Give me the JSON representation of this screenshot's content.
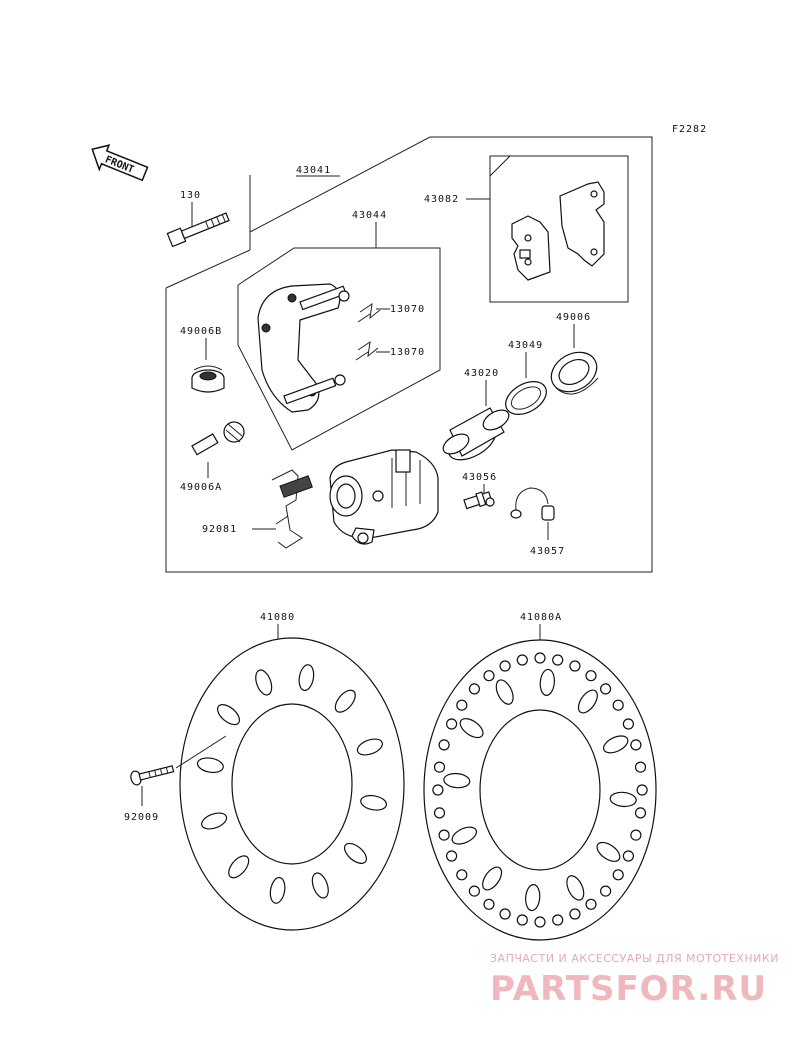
{
  "figure_code": "F2282",
  "front_label": "FRONT",
  "part_labels": {
    "p43041": "43041",
    "p130": "130",
    "p43044": "43044",
    "p43082": "43082",
    "p13070a": "13070",
    "p13070b": "13070",
    "p49006B": "49006B",
    "p49006A": "49006A",
    "p49006": "49006",
    "p43049": "43049",
    "p43020": "43020",
    "p43056": "43056",
    "p43057": "43057",
    "p92081": "92081",
    "p41080": "41080",
    "p41080A": "41080A",
    "p92009": "92009"
  },
  "watermark": {
    "tagline": "ЗАПЧАСТИ И АКСЕССУАРЫ ДЛЯ МОТОТЕХНИКИ",
    "brand": "PARTSFOR.RU"
  }
}
